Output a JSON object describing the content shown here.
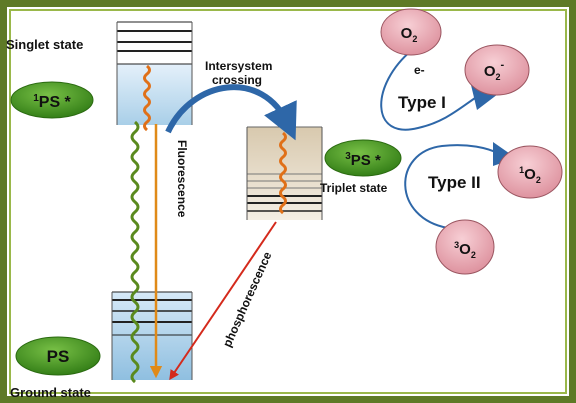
{
  "labels": {
    "singlet_state": "Singlet state",
    "ground_state": "Ground state",
    "triplet_state": "Triplet state",
    "intersystem_crossing_line1": "Intersystem",
    "intersystem_crossing_line2": "crossing",
    "fluorescence": "Fluorescence",
    "phosphorescence": "phosphorescence",
    "type1": "Type I",
    "type2": "Type II",
    "electron": "e-"
  },
  "species": {
    "singlet_ps": {
      "pre": "1",
      "main": "PS *"
    },
    "ground_ps": {
      "main": "PS"
    },
    "triplet_ps": {
      "pre": "3",
      "main": "PS *"
    },
    "o2_top": {
      "main": "O",
      "sub": "2"
    },
    "superoxide": {
      "main": "O",
      "sub": "2",
      "sup": "-"
    },
    "singlet_oxygen": {
      "pre": "1",
      "main": "O",
      "sub": "2"
    },
    "triplet_oxygen": {
      "pre": "3",
      "main": "O",
      "sub": "2"
    }
  },
  "colors": {
    "frame_outer": "#5e7a26",
    "frame_inner": "#9ab84a",
    "ps_ellipse": "#3f8f22",
    "oxygen_ellipse": "#e8a8b2",
    "arrow_blue": "#2e67a8",
    "fluorescence_line": "#e08a18",
    "phosphorescence_line": "#d42a1c",
    "wavy_orange": "#e07018",
    "wavy_green": "#5a8a1e"
  }
}
